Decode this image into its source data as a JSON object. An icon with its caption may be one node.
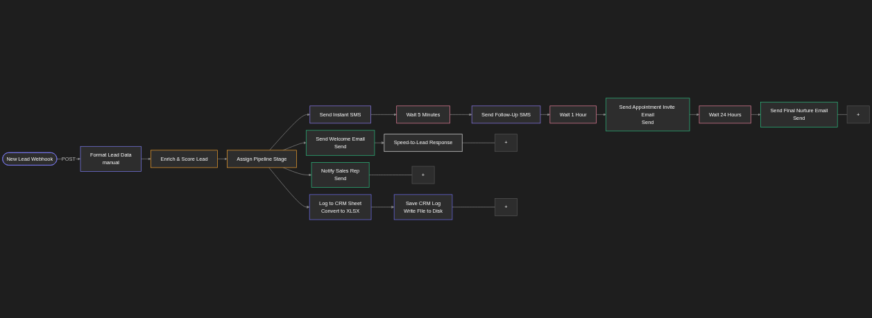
{
  "diagram": {
    "nodes": [
      {
        "text": [
          "New Lead Webhook"
        ]
      },
      {
        "text": [
          "Format Lead Data",
          "manual"
        ]
      },
      {
        "text": [
          "Enrich & Score Lead"
        ]
      },
      {
        "text": [
          "Assign Pipeline Stage"
        ]
      },
      {
        "text": [
          "Send Instant SMS"
        ]
      },
      {
        "text": [
          "Wait 5 Minutes"
        ]
      },
      {
        "text": [
          "Send Follow-Up SMS"
        ]
      },
      {
        "text": [
          "Wait 1 Hour"
        ]
      },
      {
        "text": [
          "Send Appointment Invite Email",
          "Send"
        ]
      },
      {
        "text": [
          "Wait 24 Hours"
        ]
      },
      {
        "text": [
          "Send Final Nurture Email",
          "Send"
        ]
      },
      {
        "text": [
          "+"
        ]
      },
      {
        "text": [
          "Send Welcome Email",
          "Send"
        ]
      },
      {
        "text": [
          "Speed-to-Lead Response"
        ]
      },
      {
        "text": [
          "+"
        ]
      },
      {
        "text": [
          "Notify Sales Rep",
          "Send"
        ]
      },
      {
        "text": [
          "+"
        ]
      },
      {
        "text": [
          "Log to CRM Sheet",
          "Convert to XLSX"
        ]
      },
      {
        "text": [
          "Save CRM Log",
          "Write File to Disk"
        ]
      },
      {
        "text": [
          "+"
        ]
      }
    ],
    "edges": [
      {
        "from": 0,
        "to": 1,
        "arrow": "to",
        "label": "POST"
      },
      {
        "from": 1,
        "to": 2,
        "arrow": "to"
      },
      {
        "from": 2,
        "to": 3,
        "arrow": "to"
      },
      {
        "from": 3,
        "to": 4,
        "arrow": "to"
      },
      {
        "from": 3,
        "to": 12,
        "arrow": "to"
      },
      {
        "from": 3,
        "to": 15,
        "arrow": "to"
      },
      {
        "from": 3,
        "to": 17,
        "arrow": "to"
      },
      {
        "from": 4,
        "to": 5,
        "arrow": "to"
      },
      {
        "from": 5,
        "to": 6,
        "arrow": "to"
      },
      {
        "from": 6,
        "to": 7,
        "arrow": "to"
      },
      {
        "from": 7,
        "to": 8,
        "arrow": "to"
      },
      {
        "from": 8,
        "to": 9,
        "arrow": "to"
      },
      {
        "from": 9,
        "to": 10,
        "arrow": "to"
      },
      {
        "from": 10,
        "to": 11,
        "arrow": "none"
      },
      {
        "from": 12,
        "to": 13,
        "arrow": "to"
      },
      {
        "from": 13,
        "to": 14,
        "arrow": "none"
      },
      {
        "from": 15,
        "to": 16,
        "arrow": "none"
      },
      {
        "from": 17,
        "to": 18,
        "arrow": "to"
      },
      {
        "from": 18,
        "to": 19,
        "arrow": "none"
      }
    ]
  }
}
